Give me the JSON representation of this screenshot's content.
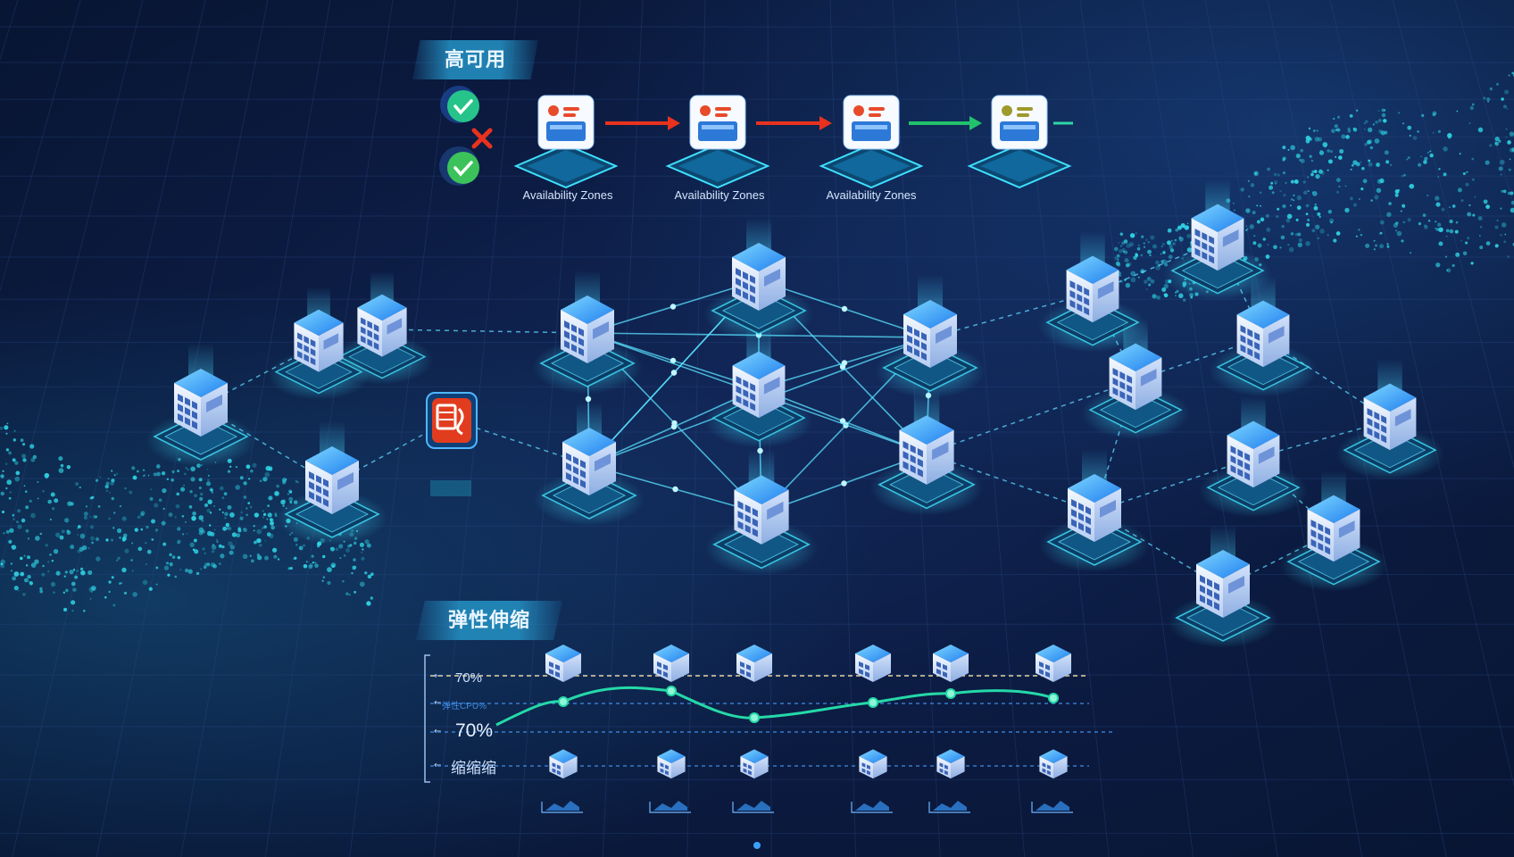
{
  "high_availability": {
    "title": "高可用",
    "zones": [
      "Availability Zones",
      "Availability Zones",
      "Availability Zones"
    ]
  },
  "elastic_scaling": {
    "title": "弹性伸缩",
    "labels": {
      "upper": "70%",
      "mid_small": "弹性CPU%",
      "main": "70%",
      "scale": "缩缩缩"
    }
  },
  "colors": {
    "accent": "#2fd6e6",
    "fail_arrow": "#e8321e",
    "ok_arrow": "#21c26b",
    "check": "#26c48a",
    "cross": "#e8321e",
    "curve": "#25d9a8"
  },
  "icons": [
    "check-circle-icon",
    "cross-icon",
    "server-card-icon",
    "building-node-icon",
    "gateway-icon",
    "cube-icon"
  ]
}
